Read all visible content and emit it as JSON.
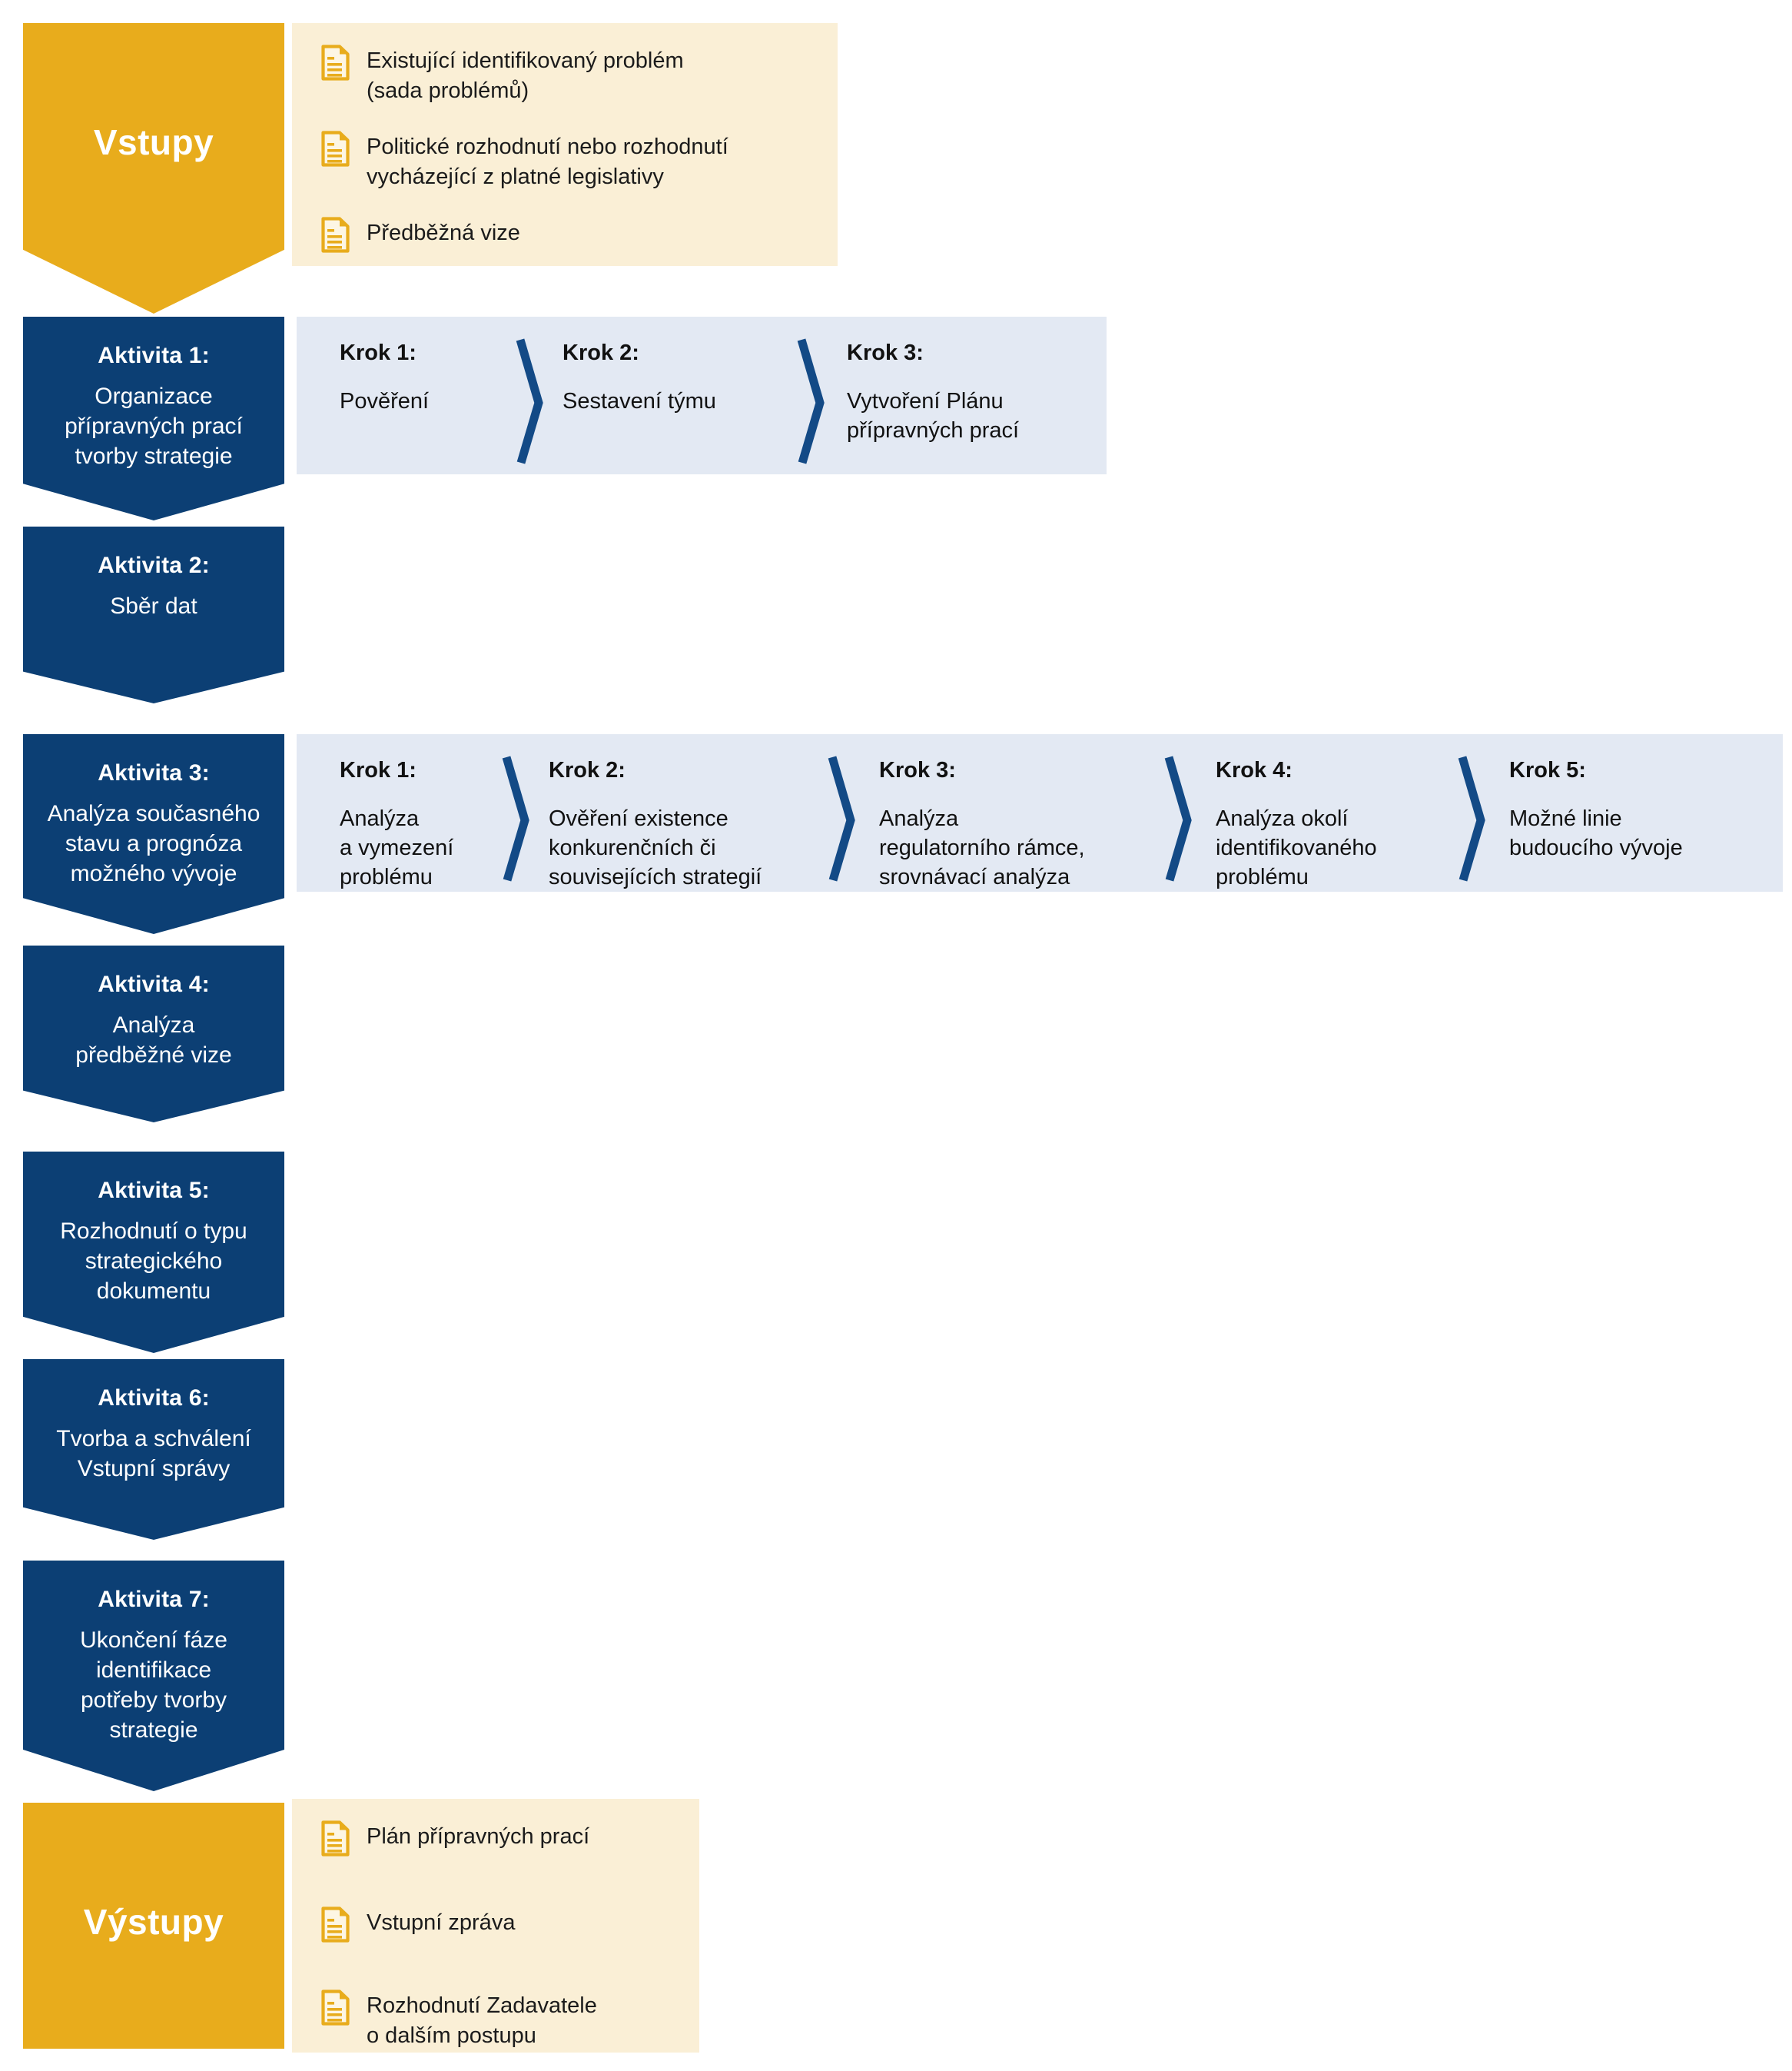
{
  "colors": {
    "gold": "#E8AC1C",
    "navy": "#0C3F74",
    "cream_panel": "#FAEFD6",
    "step_panel": "#E3E9F3",
    "white_text": "#FFFFFF",
    "body_text": "#111111"
  },
  "inputs": {
    "label": "Vstupy",
    "items": [
      "Existující identifikovaný problém\n(sada problémů)",
      "Politické rozhodnutí nebo rozhodnutí\nvycházející z platné legislativy",
      "Předběžná vize"
    ]
  },
  "activities": [
    {
      "title": "Aktivita 1:",
      "subtitle": "Organizace\npřípravných prací\ntvorby strategie",
      "steps": [
        {
          "title": "Krok 1:",
          "text": "Pověření"
        },
        {
          "title": "Krok 2:",
          "text": "Sestavení týmu"
        },
        {
          "title": "Krok 3:",
          "text": "Vytvoření Plánu\npřípravných prací"
        }
      ]
    },
    {
      "title": "Aktivita 2:",
      "subtitle": "Sběr dat",
      "steps": []
    },
    {
      "title": "Aktivita 3:",
      "subtitle": "Analýza současného\nstavu a prognóza\nmožného vývoje",
      "steps": [
        {
          "title": "Krok 1:",
          "text": "Analýza\na vymezení\nproblému"
        },
        {
          "title": "Krok 2:",
          "text": "Ověření existence\nkonkurenčních či\nsouvisejících strategií"
        },
        {
          "title": "Krok 3:",
          "text": "Analýza\nregulatorního rámce,\nsrovnávací analýza"
        },
        {
          "title": "Krok 4:",
          "text": "Analýza okolí\nidentifikovaného\nproblému"
        },
        {
          "title": "Krok 5:",
          "text": "Možné linie\nbudoucího vývoje"
        }
      ]
    },
    {
      "title": "Aktivita 4:",
      "subtitle": "Analýza\npředběžné vize",
      "steps": []
    },
    {
      "title": "Aktivita 5:",
      "subtitle": "Rozhodnutí o typu\nstrategického\ndokumentu",
      "steps": []
    },
    {
      "title": "Aktivita 6:",
      "subtitle": "Tvorba a schválení\nVstupní správy",
      "steps": []
    },
    {
      "title": "Aktivita 7:",
      "subtitle": "Ukončení fáze\nidentifikace\npotřeby tvorby\nstrategie",
      "steps": []
    }
  ],
  "outputs": {
    "label": "Výstupy",
    "items": [
      "Plán přípravných prací",
      "Vstupní zpráva",
      "Rozhodnutí Zadavatele\no dalším postupu"
    ]
  }
}
